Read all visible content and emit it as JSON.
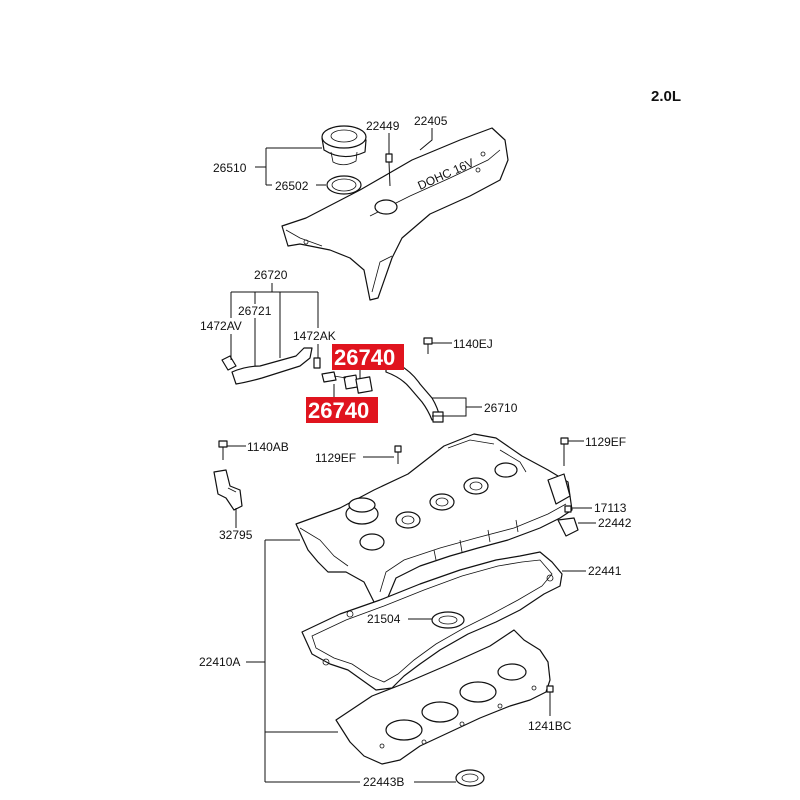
{
  "engine_label": "2.0L",
  "cover_text": "DOHC 16V",
  "highlight_color": "#e0141e",
  "labels": {
    "p22449": "22449",
    "p22405": "22405",
    "p26510": "26510",
    "p26502": "26502",
    "p26720": "26720",
    "p26721": "26721",
    "p1472AV": "1472AV",
    "p1472AK": "1472AK",
    "p1140EJ": "1140EJ",
    "p26740_top": "26740",
    "p26740_bottom": "26740",
    "p26710": "26710",
    "p1140AB": "1140AB",
    "p1129EF_left": "1129EF",
    "p1129EF_right": "1129EF",
    "p17113": "17113",
    "p22442": "22442",
    "p32795": "32795",
    "p22441": "22441",
    "p21504": "21504",
    "p22410A": "22410A",
    "p1241BC": "1241BC",
    "p22443B": "22443B"
  }
}
